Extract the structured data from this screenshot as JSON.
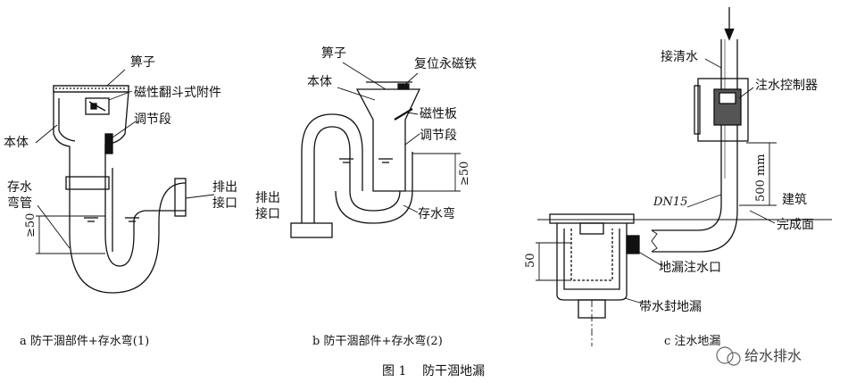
{
  "figure": {
    "caption": "图 1    防干涸地漏",
    "watermark": "给水排水"
  },
  "panel_a": {
    "subcaption": "a 防干涸部件+存水弯(1)",
    "labels": {
      "grate": "箅子",
      "magnetic_flap": "磁性翻斗式附件",
      "adjust": "调节段",
      "body": "本体",
      "trap_pipe": "存水弯管",
      "trap_pipe_line1": "存水",
      "trap_pipe_line2": "弯管",
      "outlet_line1": "排出",
      "outlet_line2": "接口",
      "dim": "≥50"
    }
  },
  "panel_b": {
    "subcaption": "b 防干涸部件+存水弯(2)",
    "labels": {
      "grate": "箅子",
      "reset_magnet": "复位永磁铁",
      "body": "本体",
      "magnetic_plate": "磁性板",
      "adjust": "调节段",
      "outlet_line1": "排出",
      "outlet_line2": "接口",
      "trap": "存水弯",
      "dim": "≥50"
    }
  },
  "panel_c": {
    "subcaption": "c 注水地漏",
    "labels": {
      "clean_water": "接清水",
      "controller": "注水控制器",
      "pipe_dn": "DN15",
      "height": "500 mm",
      "building_line1": "建筑",
      "building_line2": "完成面",
      "inlet": "地漏注水口",
      "sealed_drain": "带水封地漏",
      "dim": "50"
    }
  }
}
